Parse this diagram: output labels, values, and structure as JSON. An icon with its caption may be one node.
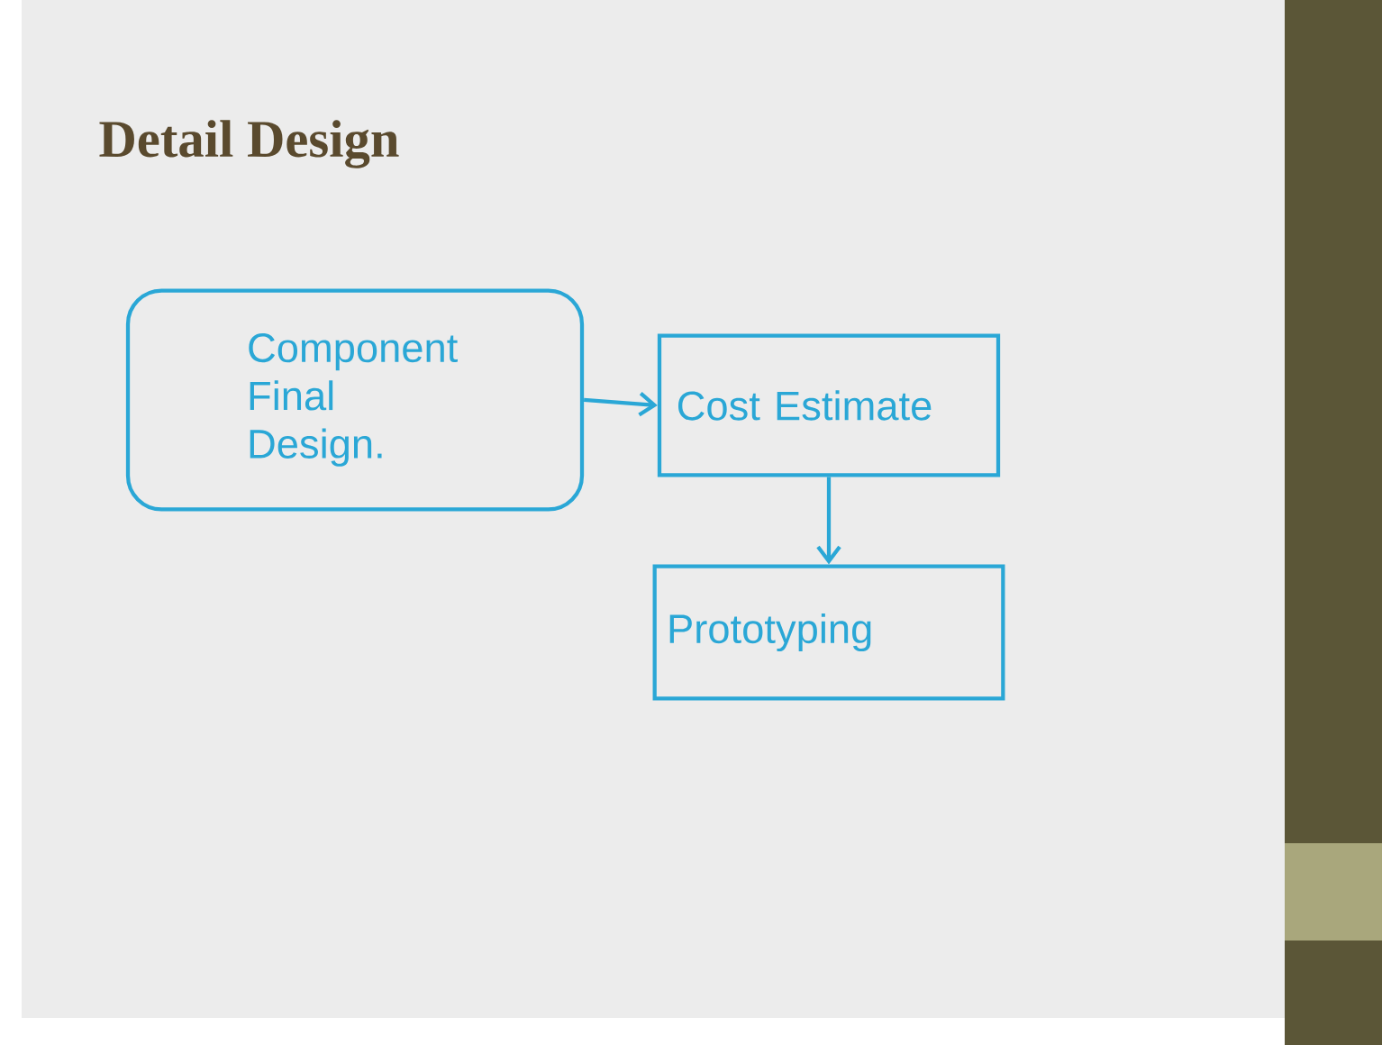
{
  "diagram": {
    "title": "Detail Design",
    "nodes": [
      {
        "text": [
          "Component Final Design."
        ]
      },
      {
        "text": [
          "Cost Estimate"
        ]
      },
      {
        "text": [
          "Prototyping"
        ]
      }
    ],
    "edges": [
      {
        "from": 0,
        "to": 1,
        "arrow": "to"
      },
      {
        "from": 1,
        "to": 2,
        "arrow": "to"
      }
    ]
  }
}
